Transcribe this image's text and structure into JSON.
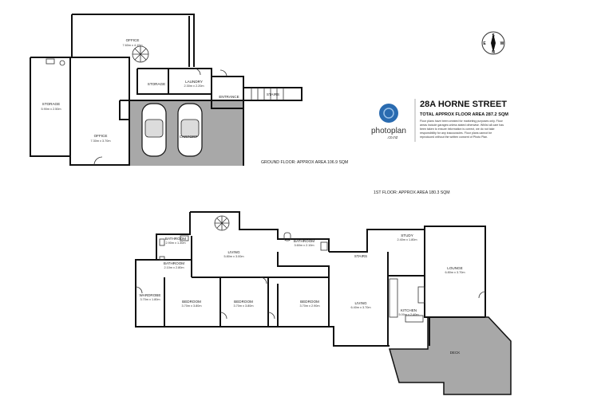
{
  "title": {
    "address": "28A HORNE STREET",
    "total_area": "TOTAL APPROX FLOOR AREA 287.2 SQM",
    "disclaimer": [
      "Floor plans have been created for marketing purposes only. Floor",
      "areas include garages unless stated otherwise. Whilst all care has",
      "been taken to ensure information is correct, we do not take",
      "responsibility for any inaccuracies. Floor plans cannot be",
      "reproduced without the written consent of Photo Plan."
    ]
  },
  "logo": {
    "name": "photoplan",
    "domain": ".co.nz",
    "accent": "#2a6bb0"
  },
  "compass": {
    "north": "N",
    "south": "S",
    "east": "E",
    "west": "W"
  },
  "ground_floor": {
    "area_label": "GROUND FLOOR: APPROX AREA 106.9 SQM",
    "rooms": {
      "office_top": {
        "name": "OFFICE",
        "dims": "7.60m x 4.10m"
      },
      "storage_left": {
        "name": "STORAGE",
        "dims": "5.90m x 2.50m"
      },
      "office_main": {
        "name": "OFFICE",
        "dims": "7.30m x 3.70m"
      },
      "storage_small": {
        "name": "STORAGE",
        "dims": ""
      },
      "laundry": {
        "name": "LAUNDRY",
        "dims": "2.30m x 2.20m"
      },
      "entrance": {
        "name": "ENTRANCE",
        "dims": ""
      },
      "stairs": {
        "name": "STAIRS",
        "dims": ""
      },
      "carport": {
        "name": "CARPORT",
        "dims": ""
      }
    }
  },
  "first_floor": {
    "area_label": "1ST FLOOR: APPROX AREA 180.3 SQM",
    "rooms": {
      "bathroom_top": {
        "name": "BATHROOM",
        "dims": "2.90m x 1.30m"
      },
      "bathroom_2": {
        "name": "BATHROOM",
        "dims": "2.10m x 2.80m"
      },
      "wardrobe": {
        "name": "WARDROBE",
        "dims": "3.70m x 1.80m"
      },
      "bedroom_1": {
        "name": "BEDROOM",
        "dims": "3.70m x 3.80m"
      },
      "living_top": {
        "name": "LIVING",
        "dims": "5.80m x 3.00m"
      },
      "bathroom_3": {
        "name": "BATHROOM",
        "dims": "3.60m x 2.10m"
      },
      "bedroom_2": {
        "name": "BEDROOM",
        "dims": "3.70m x 3.80m"
      },
      "bedroom_3": {
        "name": "BEDROOM",
        "dims": "3.70m x 2.90m"
      },
      "stairs": {
        "name": "STAIRS",
        "dims": ""
      },
      "living_main": {
        "name": "LIVING",
        "dims": "6.40m x 3.70m"
      },
      "study": {
        "name": "STUDY",
        "dims": "2.40m x 1.80m"
      },
      "lounge": {
        "name": "LOUNGE",
        "dims": "6.80m x 3.70m"
      },
      "kitchen": {
        "name": "KITCHEN",
        "dims": "5.00m x 2.40m"
      },
      "deck": {
        "name": "DECK",
        "dims": ""
      }
    }
  },
  "colors": {
    "wall": "#111111",
    "carport_fill": "#a8a8a8",
    "deck_fill": "#a8a8a8"
  }
}
